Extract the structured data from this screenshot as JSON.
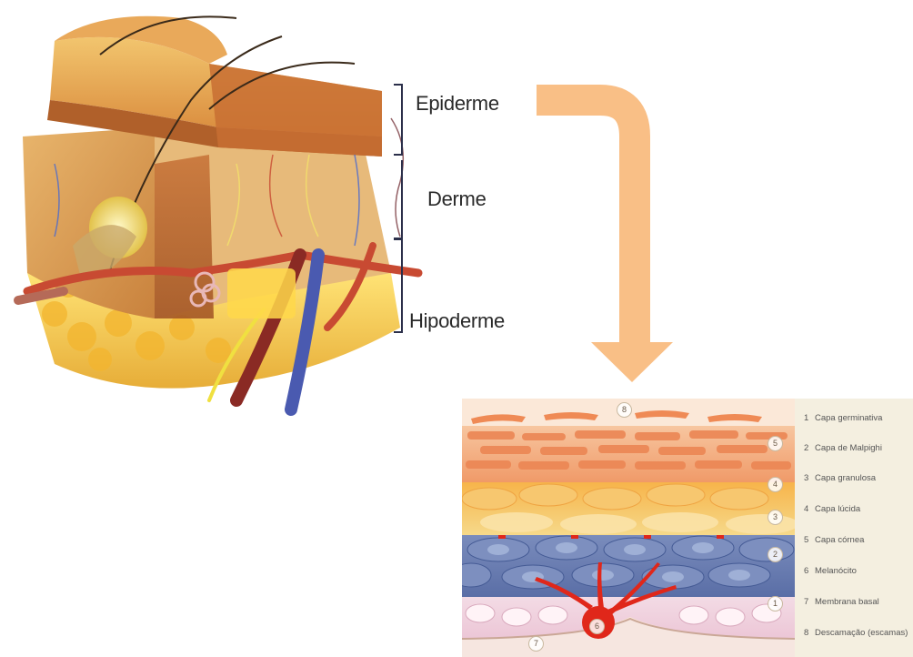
{
  "diagram": {
    "layer_labels": {
      "epiderme": "Epiderme",
      "derme": "Derme",
      "hipoderme": "Hipoderme"
    },
    "legend": [
      {
        "num": "1",
        "label": "Capa germinativa"
      },
      {
        "num": "2",
        "label": "Capa de Malpighi"
      },
      {
        "num": "3",
        "label": "Capa granulosa"
      },
      {
        "num": "4",
        "label": "Capa lúcida"
      },
      {
        "num": "5",
        "label": "Capa córnea"
      },
      {
        "num": "6",
        "label": "Melanócito"
      },
      {
        "num": "7",
        "label": "Membrana basal"
      },
      {
        "num": "8",
        "label": "Descamação (escamas)"
      }
    ],
    "markers": [
      "8",
      "5",
      "4",
      "3",
      "2",
      "1",
      "6",
      "7"
    ],
    "colors": {
      "arrow": "#f9bf86",
      "bracket": "#2b2f4a",
      "corneal": "#ef8a55",
      "granular": "#f6c067",
      "spinous": "#6a7fb0",
      "basal": "#eed2dc",
      "melanocyte": "#e0271a"
    }
  }
}
